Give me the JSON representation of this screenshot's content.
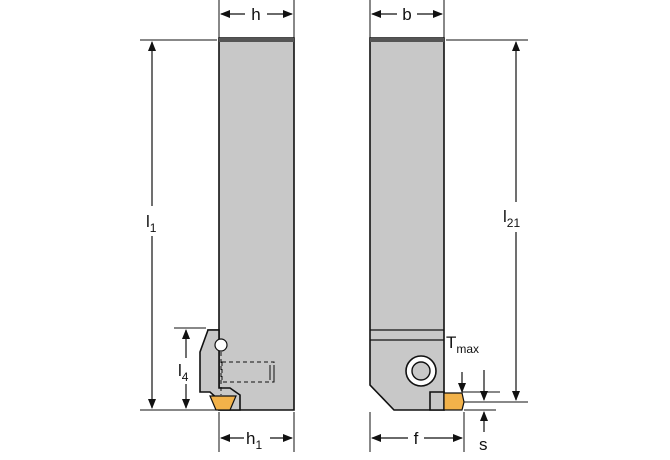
{
  "labels": {
    "h": "h",
    "b": "b",
    "l1_main": "l",
    "l1_sub": "1",
    "l21_main": "l",
    "l21_sub": "21",
    "l4_main": "l",
    "l4_sub": "4",
    "h1_main": "h",
    "h1_sub": "1",
    "f": "f",
    "tmax_main": "T",
    "tmax_sub": "max",
    "s": "s"
  },
  "colors": {
    "body": "#c8c8c8",
    "insert": "#f2b24a",
    "line": "#111111"
  }
}
